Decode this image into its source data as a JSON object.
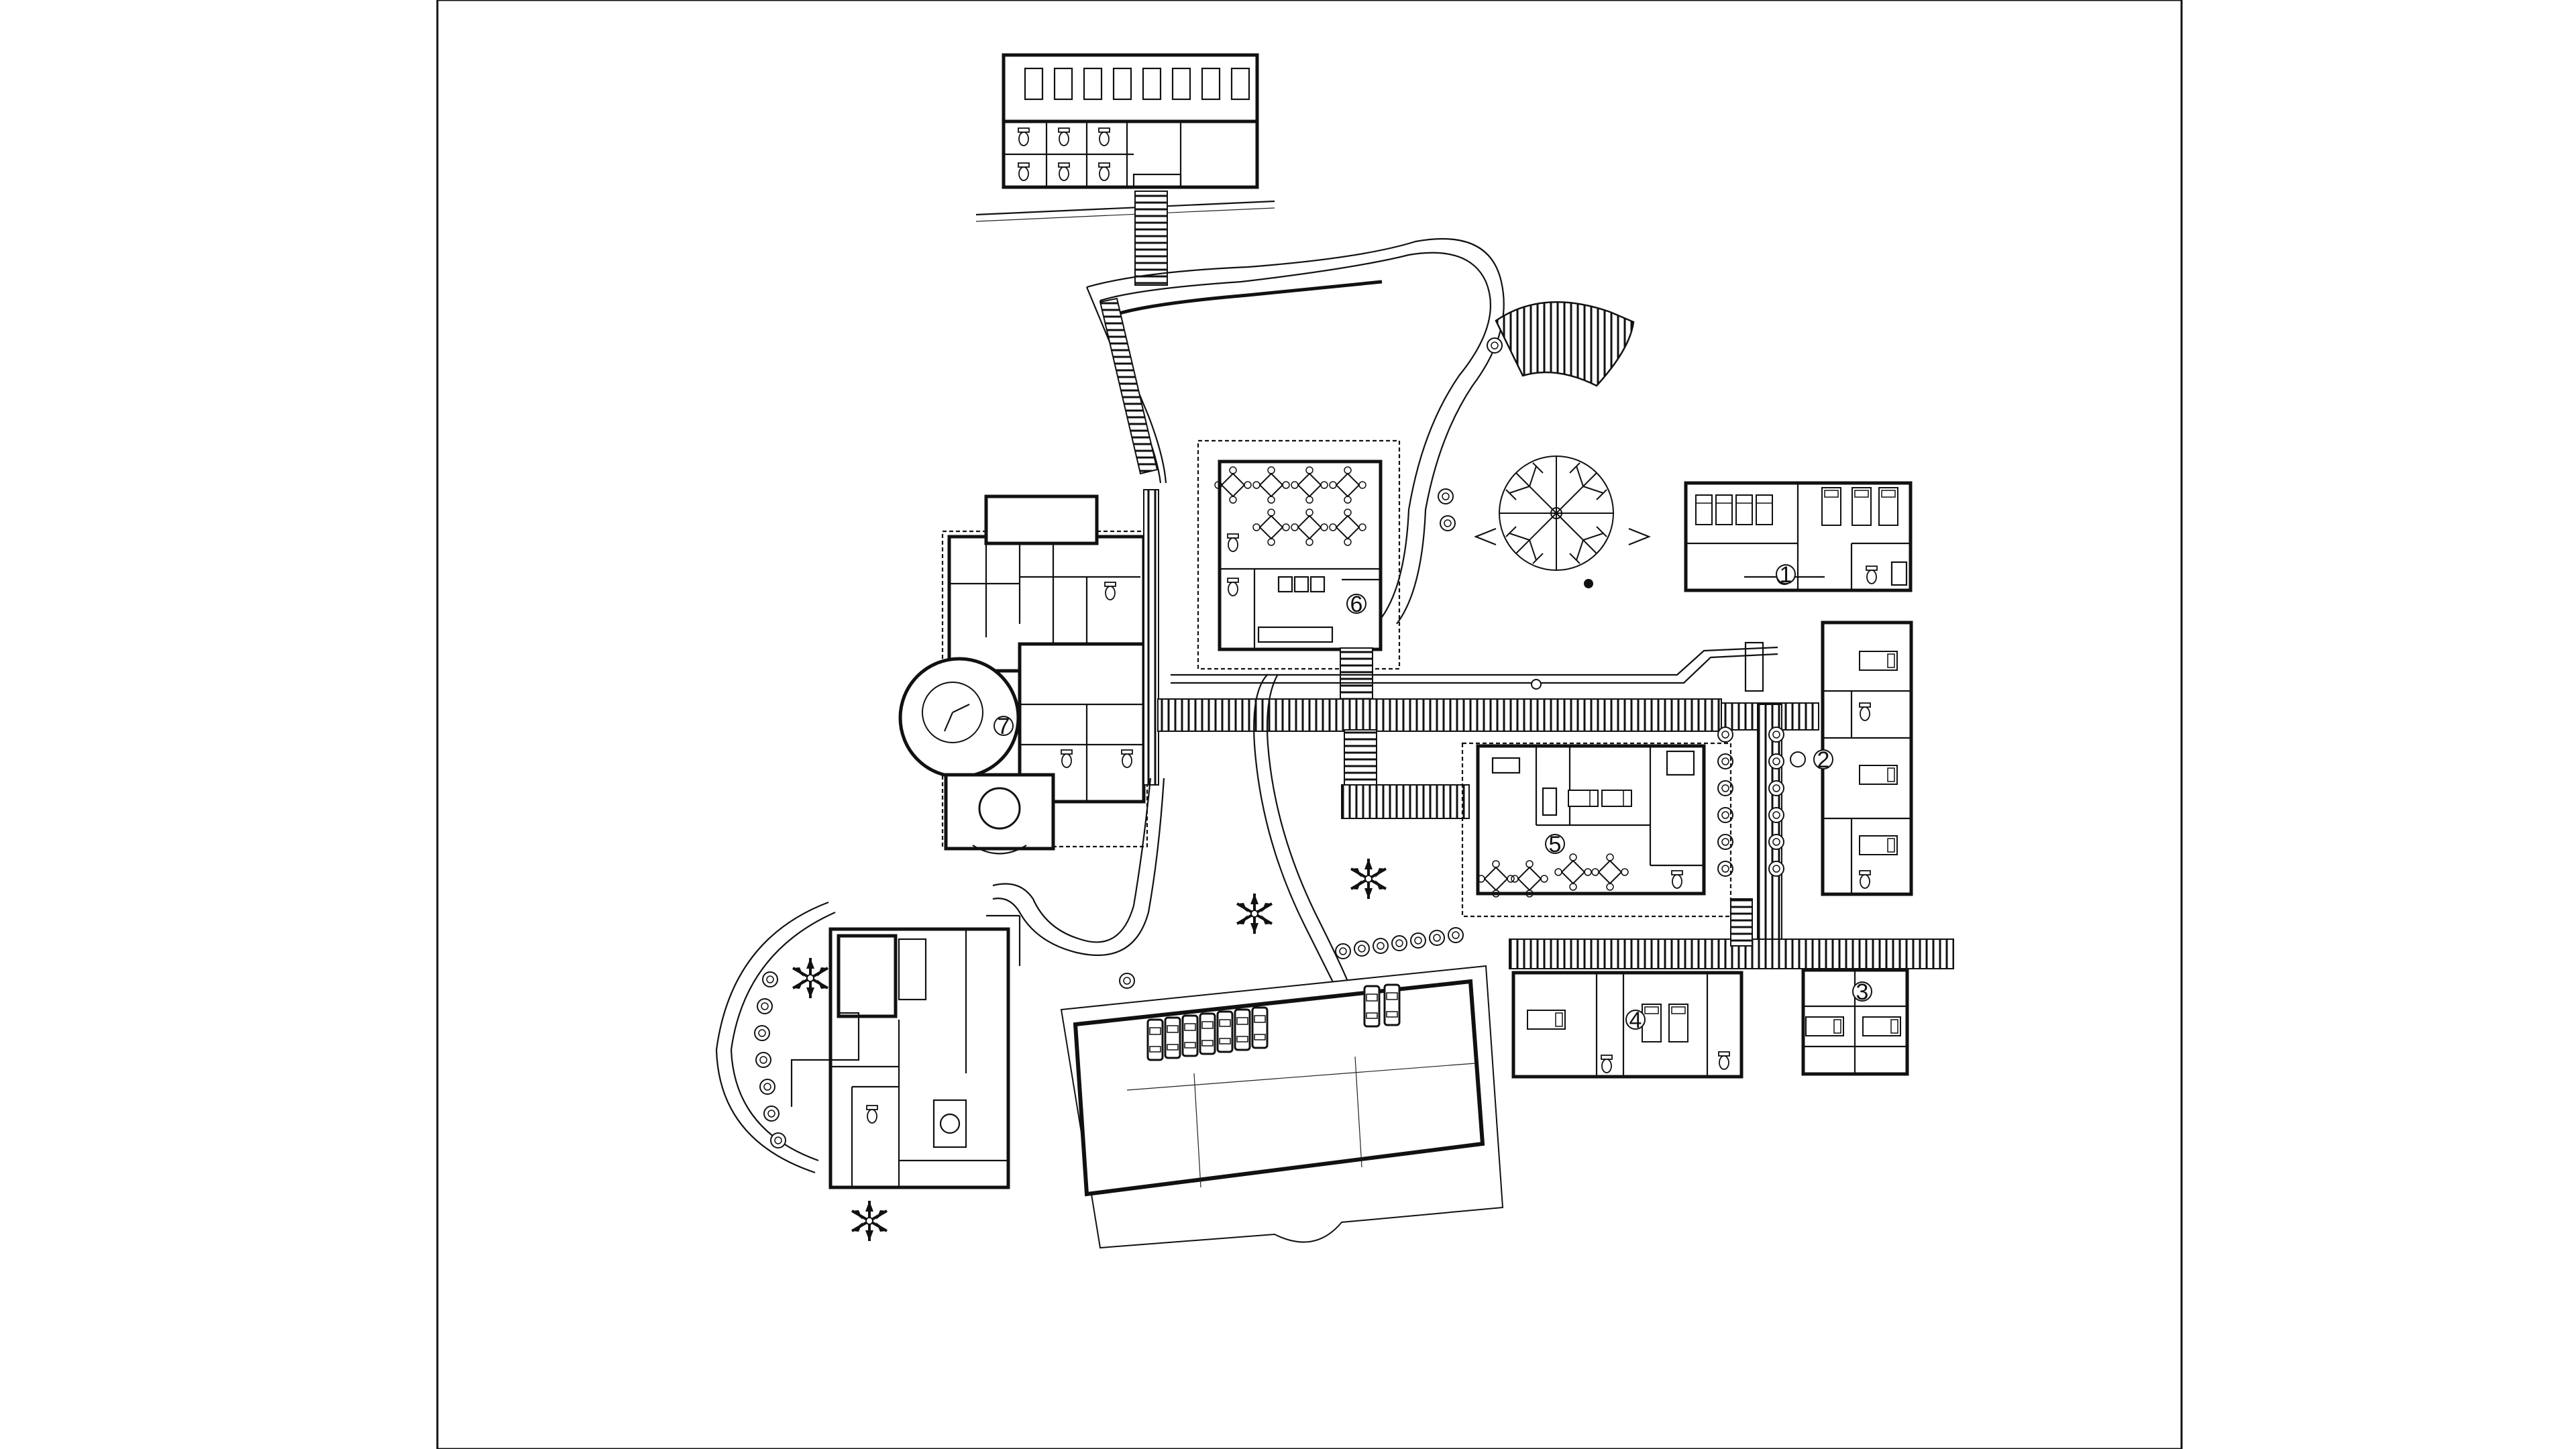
{
  "drawing": {
    "type": "site plan",
    "zone_labels": [
      "1",
      "2",
      "3",
      "4",
      "5",
      "6",
      "7"
    ]
  },
  "colors": {
    "line": "#111111",
    "paper": "#ffffff"
  },
  "icons": [
    "palm-tree-icon",
    "canopy-tree-icon",
    "shrub-icon",
    "entry-arrow-icon"
  ]
}
